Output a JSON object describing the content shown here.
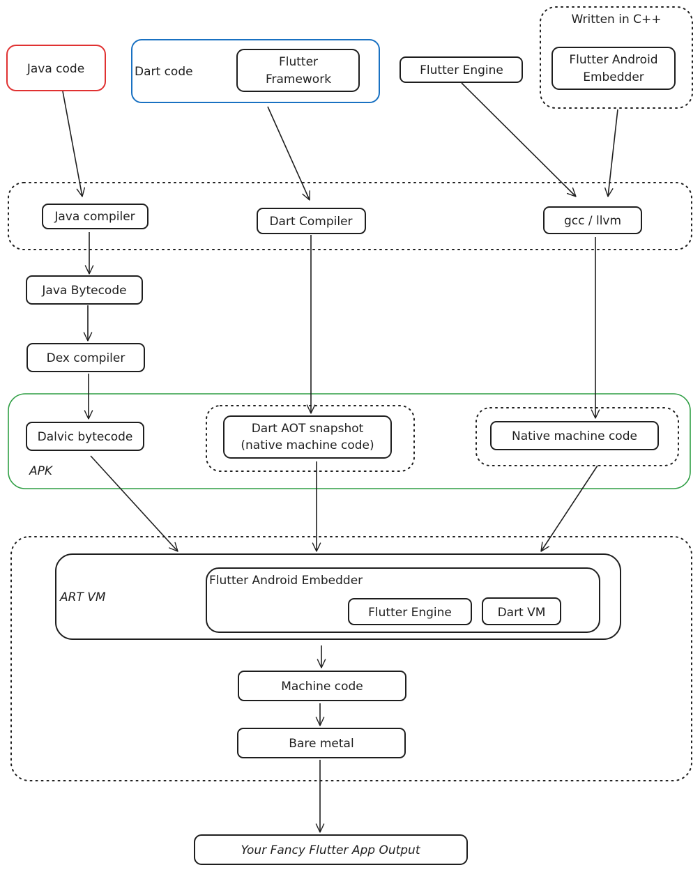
{
  "colors": {
    "ink": "#1e1e1e",
    "java": "#e03131",
    "dart": "#1971c2",
    "apk": "#2f9e44"
  },
  "sources": {
    "java_code": "Java code",
    "dart_code": "Dart code",
    "flutter_framework_1": "Flutter",
    "flutter_framework_2": "Framework",
    "flutter_engine": "Flutter Engine",
    "written_in_cpp": "Written in C++",
    "embedder_1": "Flutter Android",
    "embedder_2": "Embedder"
  },
  "compilers": {
    "java_compiler": "Java compiler",
    "dart_compiler": "Dart Compiler",
    "gcc_llvm": "gcc / llvm",
    "java_bytecode": "Java Bytecode",
    "dex_compiler": "Dex compiler"
  },
  "apk": {
    "label": "APK",
    "dalvic_bytecode": "Dalvic bytecode",
    "dart_aot_1": "Dart AOT snapshot",
    "dart_aot_2": "(native machine code)",
    "native_machine_code": "Native machine code"
  },
  "runtime": {
    "art_vm": "ART VM",
    "flutter_android_embedder": "Flutter Android Embedder",
    "flutter_engine": "Flutter Engine",
    "dart_vm": "Dart VM",
    "machine_code": "Machine code",
    "bare_metal": "Bare metal"
  },
  "output": "Your Fancy Flutter App Output"
}
